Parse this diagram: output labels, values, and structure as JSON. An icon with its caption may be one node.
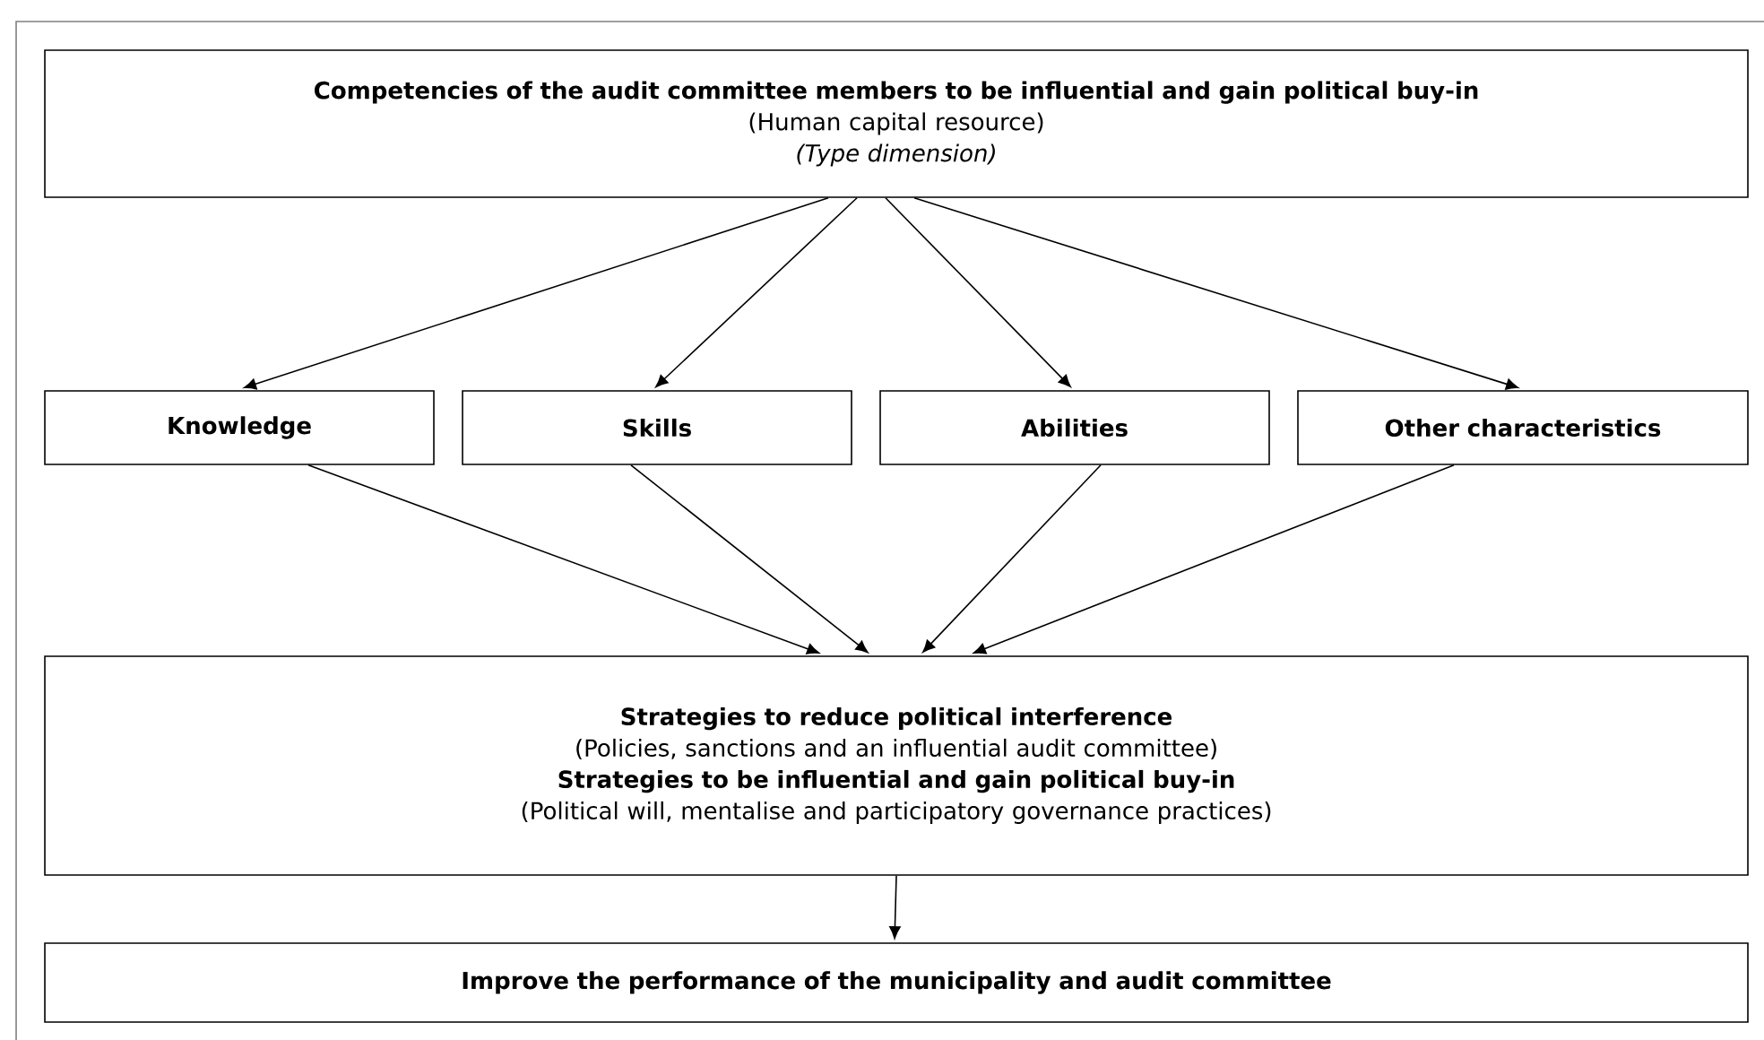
{
  "diagram": {
    "nodes": [
      {
        "text": [
          "Competencies of the audit committee members to be influential and gain political buy-in",
          "(Human capital resource)",
          "(Type dimension)"
        ]
      },
      {
        "text": [
          "Knowledge"
        ]
      },
      {
        "text": [
          "Skills"
        ]
      },
      {
        "text": [
          "Abilities"
        ]
      },
      {
        "text": [
          "Other characteristics"
        ]
      },
      {
        "text": [
          "Strategies to reduce political interference",
          "(Policies, sanctions and an influential audit committee)",
          "Strategies to be influential and gain political buy-in",
          "(Political will, mentalise and participatory governance practices)"
        ]
      },
      {
        "text": [
          "Improve the performance of the municipality and audit committee"
        ]
      }
    ],
    "edges": [
      {
        "from": 0,
        "to": 1,
        "arrow": "to"
      },
      {
        "from": 0,
        "to": 2,
        "arrow": "to"
      },
      {
        "from": 0,
        "to": 3,
        "arrow": "to"
      },
      {
        "from": 0,
        "to": 4,
        "arrow": "to"
      },
      {
        "from": 1,
        "to": 5,
        "arrow": "to"
      },
      {
        "from": 2,
        "to": 5,
        "arrow": "to"
      },
      {
        "from": 3,
        "to": 5,
        "arrow": "to"
      },
      {
        "from": 4,
        "to": 5,
        "arrow": "to"
      },
      {
        "from": 5,
        "to": 6,
        "arrow": "to"
      }
    ]
  }
}
